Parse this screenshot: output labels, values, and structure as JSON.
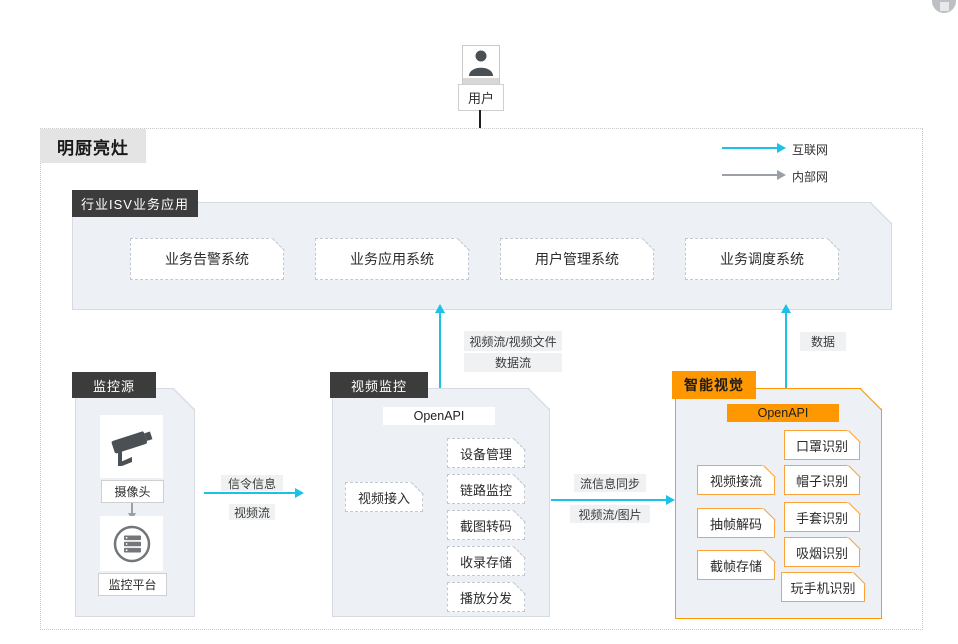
{
  "window": {
    "corner_button": "window-corner-button"
  },
  "user": {
    "label": "用户"
  },
  "boundary": {
    "title": "明厨亮灶"
  },
  "legend": {
    "internet": "互联网",
    "intranet": "内部网"
  },
  "isv": {
    "title": "行业ISV业务应用",
    "systems": [
      "业务告警系统",
      "业务应用系统",
      "用户管理系统",
      "业务调度系统"
    ]
  },
  "flows": {
    "video_up_1": "视频流/视频文件",
    "video_up_2": "数据流",
    "data_up": "数据",
    "src_1": "信令信息",
    "src_2": "视频流",
    "sync_1": "流信息同步",
    "sync_2": "视频流/图片"
  },
  "monitor_source": {
    "title": "监控源",
    "camera": "摄像头",
    "platform": "监控平台"
  },
  "video_monitor": {
    "title": "视频监控",
    "openapi": "OpenAPI",
    "access": "视频接入",
    "modules": [
      "设备管理",
      "链路监控",
      "截图转码",
      "收录存储",
      "播放分发"
    ]
  },
  "smart_vision": {
    "title": "智能视觉",
    "openapi": "OpenAPI",
    "pipeline": [
      "视频接流",
      "抽帧解码",
      "截帧存储"
    ],
    "recognition": [
      "口罩识别",
      "帽子识别",
      "手套识别",
      "吸烟识别",
      "玩手机识别"
    ]
  },
  "colors": {
    "internet_arrow": "#1CC2E5",
    "intranet_arrow": "#9aa0a6",
    "accent_orange": "#FF9800",
    "group_fill": "#EDF0F4",
    "tag_dark": "#3C3C3C"
  }
}
